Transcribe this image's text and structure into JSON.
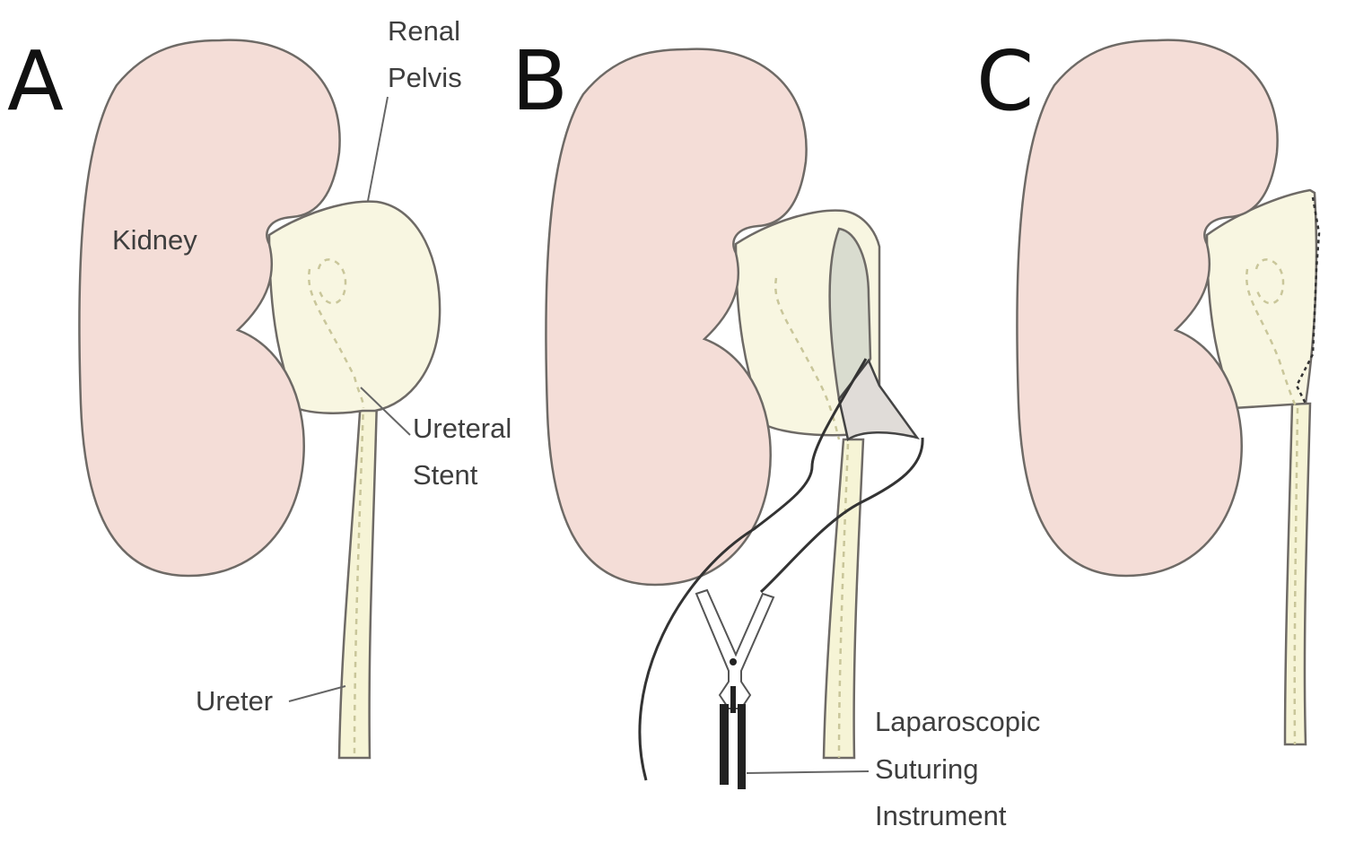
{
  "panels": [
    {
      "letter": "A"
    },
    {
      "letter": "B"
    },
    {
      "letter": "C"
    }
  ],
  "labels": {
    "renal_pelvis": [
      "Renal",
      "Pelvis"
    ],
    "kidney": "Kidney",
    "ureteral_stent": [
      "Ureteral",
      "Stent"
    ],
    "ureter": "Ureter",
    "instrument": [
      "Laparoscopic",
      "Suturing",
      "Instrument"
    ]
  },
  "colors": {
    "kidney": "#f4ddd7",
    "pelvis": "#f8f6e1",
    "outline": "#6e6a66",
    "excised": "#d9dccf"
  }
}
